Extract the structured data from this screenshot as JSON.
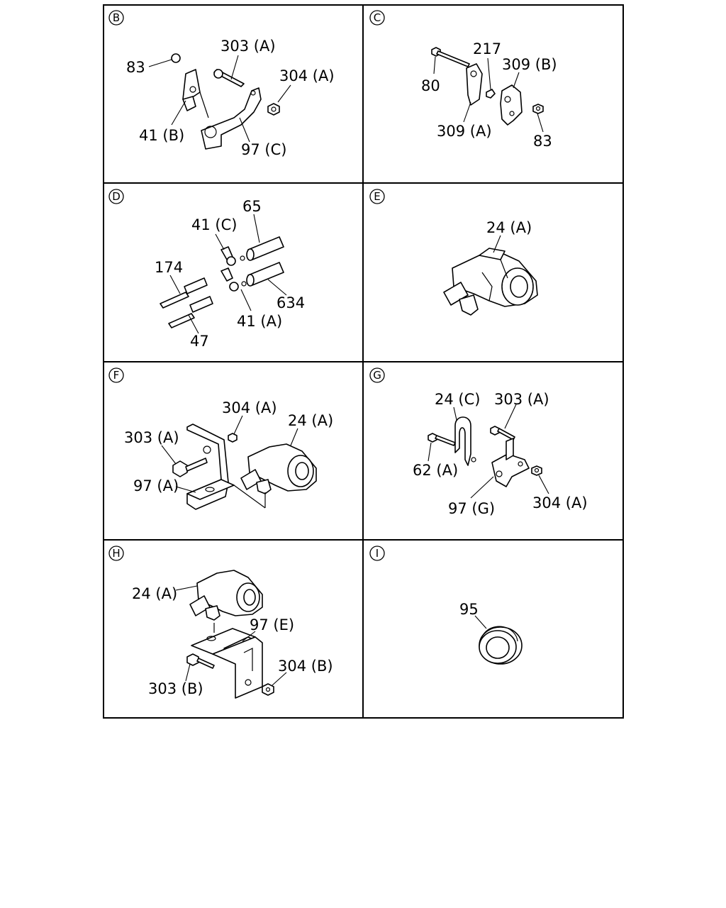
{
  "panels": [
    {
      "id": "B",
      "labels": [
        "83",
        "303 (A)",
        "304 (A)",
        "41 (B)",
        "97 (C)"
      ]
    },
    {
      "id": "C",
      "labels": [
        "80",
        "217",
        "309 (B)",
        "309 (A)",
        "83"
      ]
    },
    {
      "id": "D",
      "labels": [
        "65",
        "41 (C)",
        "174",
        "634",
        "41 (A)",
        "47"
      ]
    },
    {
      "id": "E",
      "labels": [
        "24 (A)"
      ]
    },
    {
      "id": "F",
      "labels": [
        "304 (A)",
        "24 (A)",
        "303 (A)",
        "97 (A)"
      ]
    },
    {
      "id": "G",
      "labels": [
        "24 (C)",
        "303 (A)",
        "62 (A)",
        "97 (G)",
        "304 (A)"
      ]
    },
    {
      "id": "H",
      "labels": [
        "24 (A)",
        "97 (E)",
        "304 (B)",
        "303 (B)"
      ]
    },
    {
      "id": "I",
      "labels": [
        "95"
      ]
    }
  ]
}
